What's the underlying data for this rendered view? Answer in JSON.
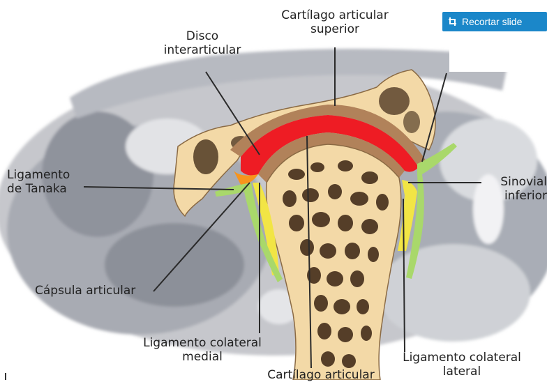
{
  "labels": {
    "cartilago_superior_1": "Cartílago articular",
    "cartilago_superior_2": "superior",
    "disco_1": "Disco",
    "disco_2": "interarticular",
    "tanaka_1": "Ligamento",
    "tanaka_2": "de Tanaka",
    "sinovial_1": "Sinovial",
    "sinovial_2": "inferior",
    "capsula": "Cápsula articular",
    "colateral_medial_1": "Ligamento colateral",
    "colateral_medial_2": "medial",
    "cartilago_inferior": "Cartílago articular",
    "colateral_lateral_1": "Ligamento colateral",
    "colateral_lateral_2": "lateral"
  },
  "toolbar": {
    "recortar_label": "Recortar slide"
  },
  "colors": {
    "disc": "#ee1c24",
    "bone": "#f3d9a7",
    "trabecular": "#3a2412",
    "cartilage": "#b1825a",
    "synovial_yellow": "#f2e545",
    "ligament_green": "#a9d86b",
    "button": "#1b87c9"
  }
}
